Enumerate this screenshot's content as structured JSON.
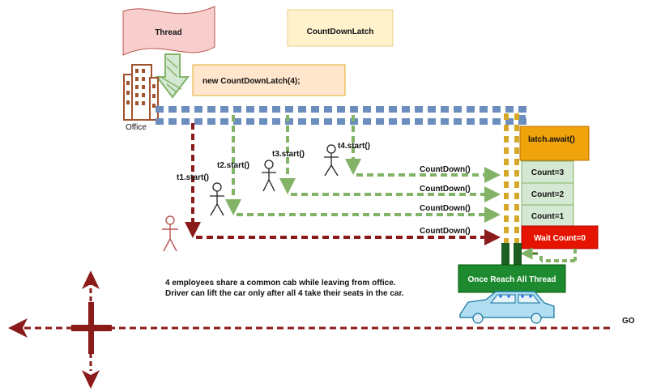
{
  "banner": {
    "label": "Thread"
  },
  "title": {
    "label": "CountDownLatch"
  },
  "constructor_box": {
    "label": "new CountDownLatch(4);"
  },
  "office": {
    "label": "Office"
  },
  "threads": [
    {
      "start_label": "t1.start()",
      "countdown_label": "CountDown()"
    },
    {
      "start_label": "t2.start()",
      "countdown_label": "CountDown()"
    },
    {
      "start_label": "t3.start()",
      "countdown_label": "CountDown()"
    },
    {
      "start_label": "t4.start()",
      "countdown_label": "CountDown()"
    }
  ],
  "latch": {
    "await_label": "latch.await()",
    "counts": [
      "Count=3",
      "Count=2",
      "Count=1"
    ],
    "wait_label": "Wait Count=0",
    "release_label": "Once Reach All Thread"
  },
  "caption": {
    "line1": "4 employees share a common cab while leaving from office.",
    "line2": "Driver can lift the car only after all 4 take their seats in the car."
  },
  "road": {
    "go_label": "GO"
  },
  "colors": {
    "dark_red": "#8b1a1a",
    "green_arrow": "#82b366",
    "blue_dash": "#6c8ebf",
    "gold": "#d6a829",
    "orange_box": "#f0a30a",
    "count_box": "#d5e8d4",
    "wait_box": "#e51400",
    "release_box": "#1d8a2f",
    "banner_fill": "#f8cecc",
    "label_fill": "#ffe6cc",
    "title_fill": "#fff2cc"
  }
}
